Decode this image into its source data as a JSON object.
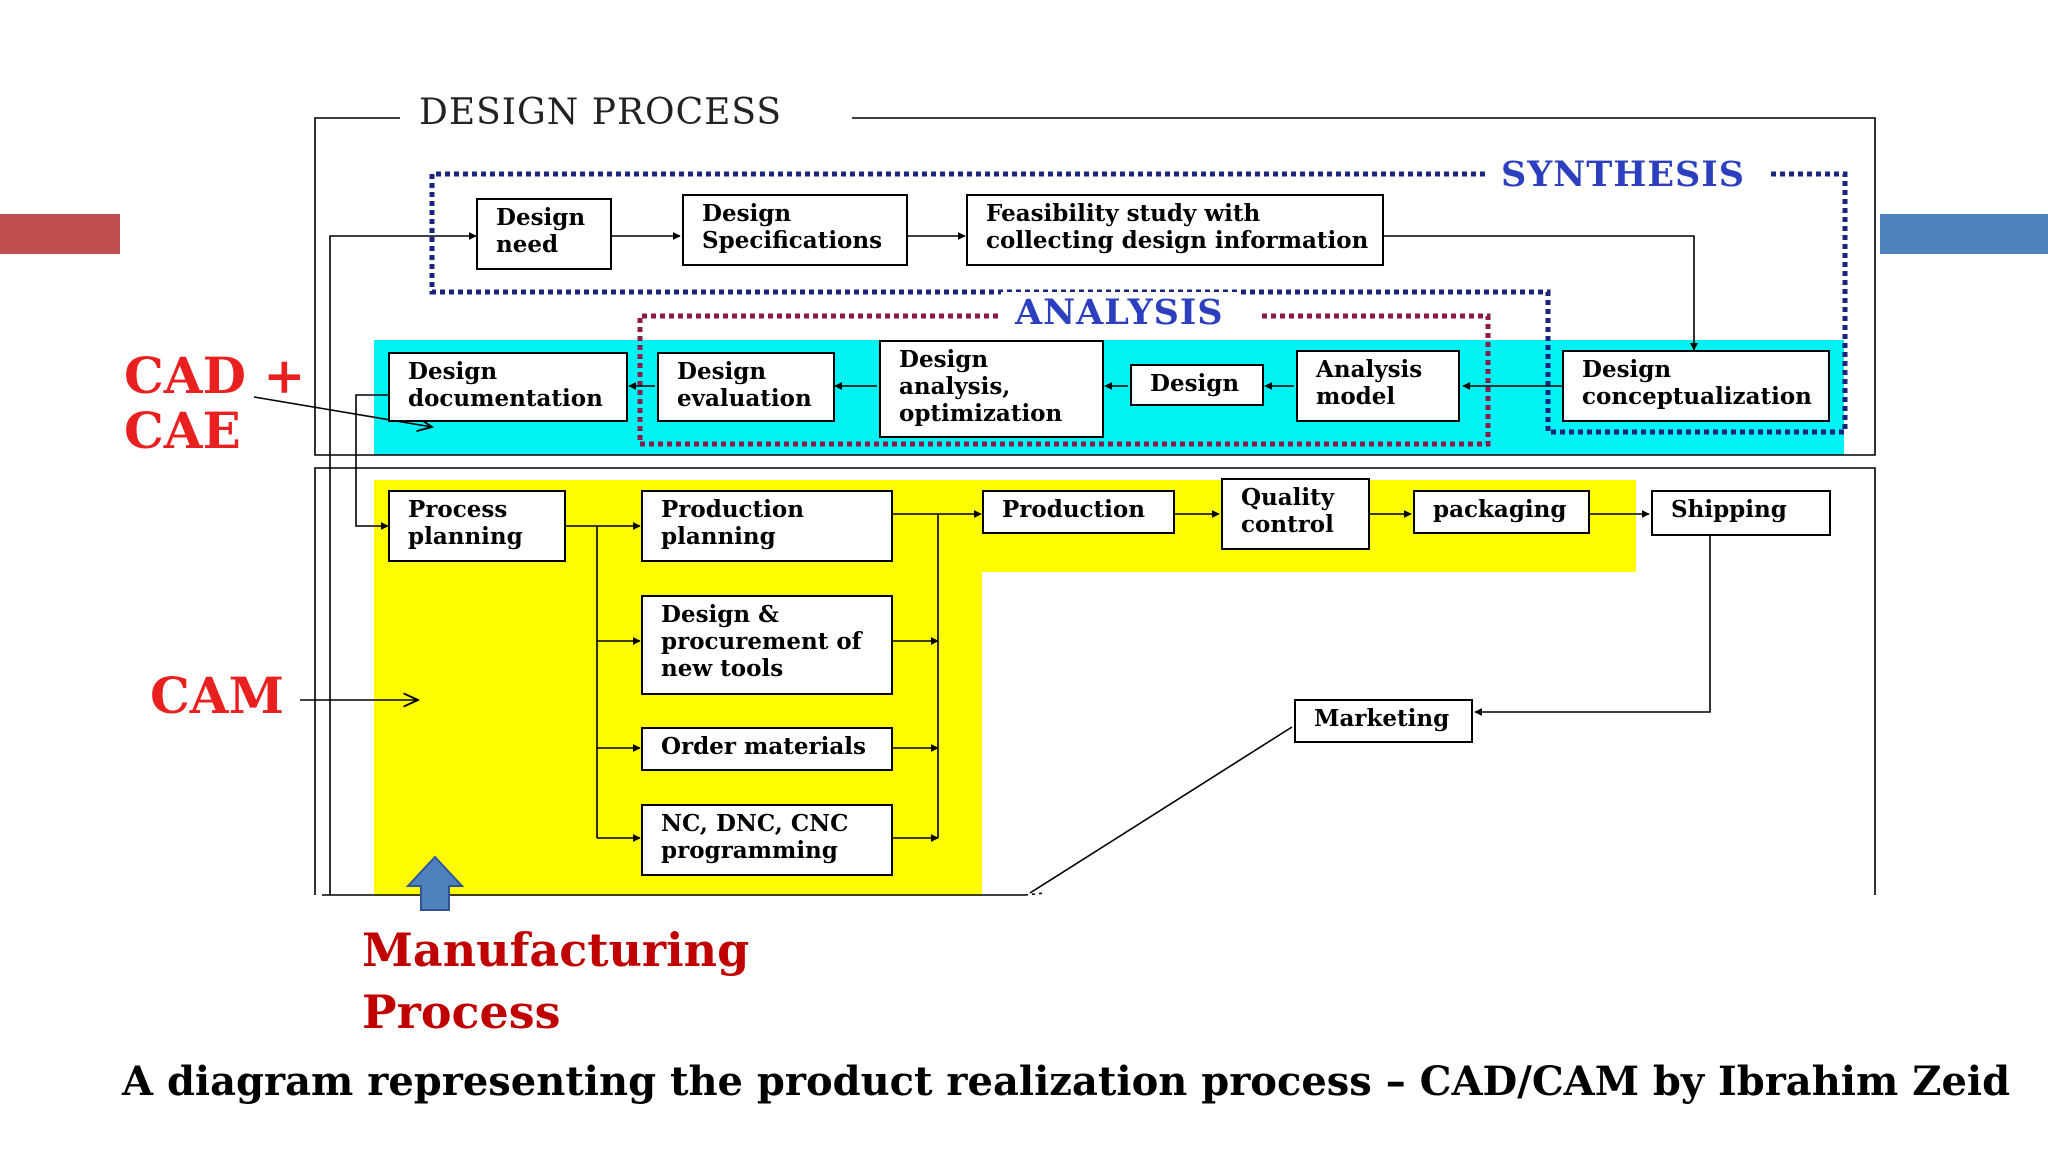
{
  "diagram": {
    "design_process_title": "DESIGN PROCESS",
    "synthesis_label": "SYNTHESIS",
    "analysis_label": "ANALYSIS",
    "cad_cae_label": "CAD +\nCAE",
    "cam_label": "CAM",
    "manufacturing_label": "Manufacturing\nProcess",
    "caption": "A diagram representing the product realization process – CAD/CAM by Ibrahim Zeid",
    "boxes": {
      "design_need": "Design\nneed",
      "design_specifications": "Design\nSpecifications",
      "feasibility_study": "Feasibility study with\ncollecting design information",
      "design_conceptualization": "Design\nconceptualization",
      "analysis_model": "Analysis\nmodel",
      "design": "Design",
      "design_analysis": "Design\nanalysis,\noptimization",
      "design_evaluation": "Design\nevaluation",
      "design_documentation": "Design\ndocumentation",
      "process_planning": "Process\nplanning",
      "production_planning": "Production\nplanning",
      "design_procurement": "Design &\nprocurement of\nnew tools",
      "order_materials": "Order  materials",
      "nc_programming": "NC, DNC, CNC\nprogramming",
      "production": "Production",
      "quality_control": "Quality\ncontrol",
      "packaging": "packaging",
      "shipping": "Shipping",
      "marketing": "Marketing"
    },
    "colors": {
      "cad_band": "#00f2f2",
      "cam_band": "#fffc00",
      "synthesis_border": "#1a237e",
      "analysis_border": "#8b1a4a",
      "label_red": "#e8201f",
      "manufacturing_red": "#c00000",
      "deco_red": "#c0504d",
      "deco_blue": "#4f81bd",
      "up_arrow": "#4f81bd"
    }
  }
}
